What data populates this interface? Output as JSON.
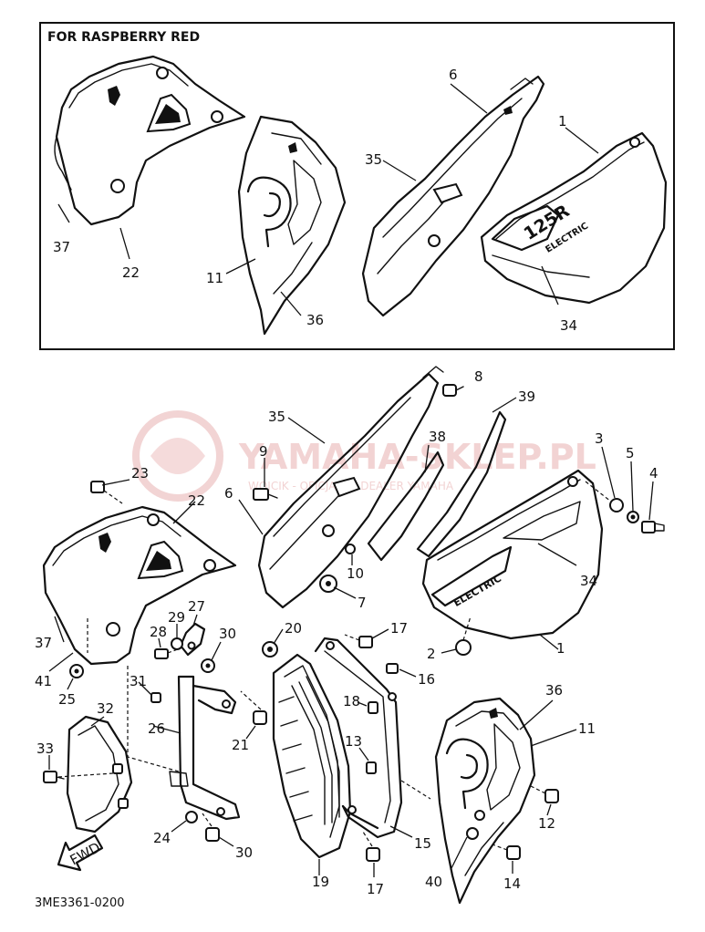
{
  "inset_title": "FOR RASPBERRY RED",
  "diagram_code": "3ME3361-0200",
  "fwd_label": "FWD",
  "watermark": {
    "brand": "YAMAHA-SKLEP.PL",
    "tagline": "WOJCIK - OFICJALNY DEALER YAMAHA",
    "color": "#e8b0b0"
  },
  "inset_callouts": [
    "6",
    "1",
    "35",
    "37",
    "22",
    "11",
    "36",
    "34"
  ],
  "main_callouts": [
    "8",
    "39",
    "35",
    "38",
    "3",
    "5",
    "4",
    "9",
    "23",
    "22",
    "6",
    "34",
    "10",
    "7",
    "1",
    "27",
    "29",
    "30",
    "28",
    "20",
    "17",
    "37",
    "2",
    "16",
    "41",
    "31",
    "25",
    "18",
    "36",
    "11",
    "32",
    "26",
    "21",
    "13",
    "33",
    "12",
    "24",
    "30",
    "15",
    "17",
    "40",
    "14",
    "19"
  ]
}
